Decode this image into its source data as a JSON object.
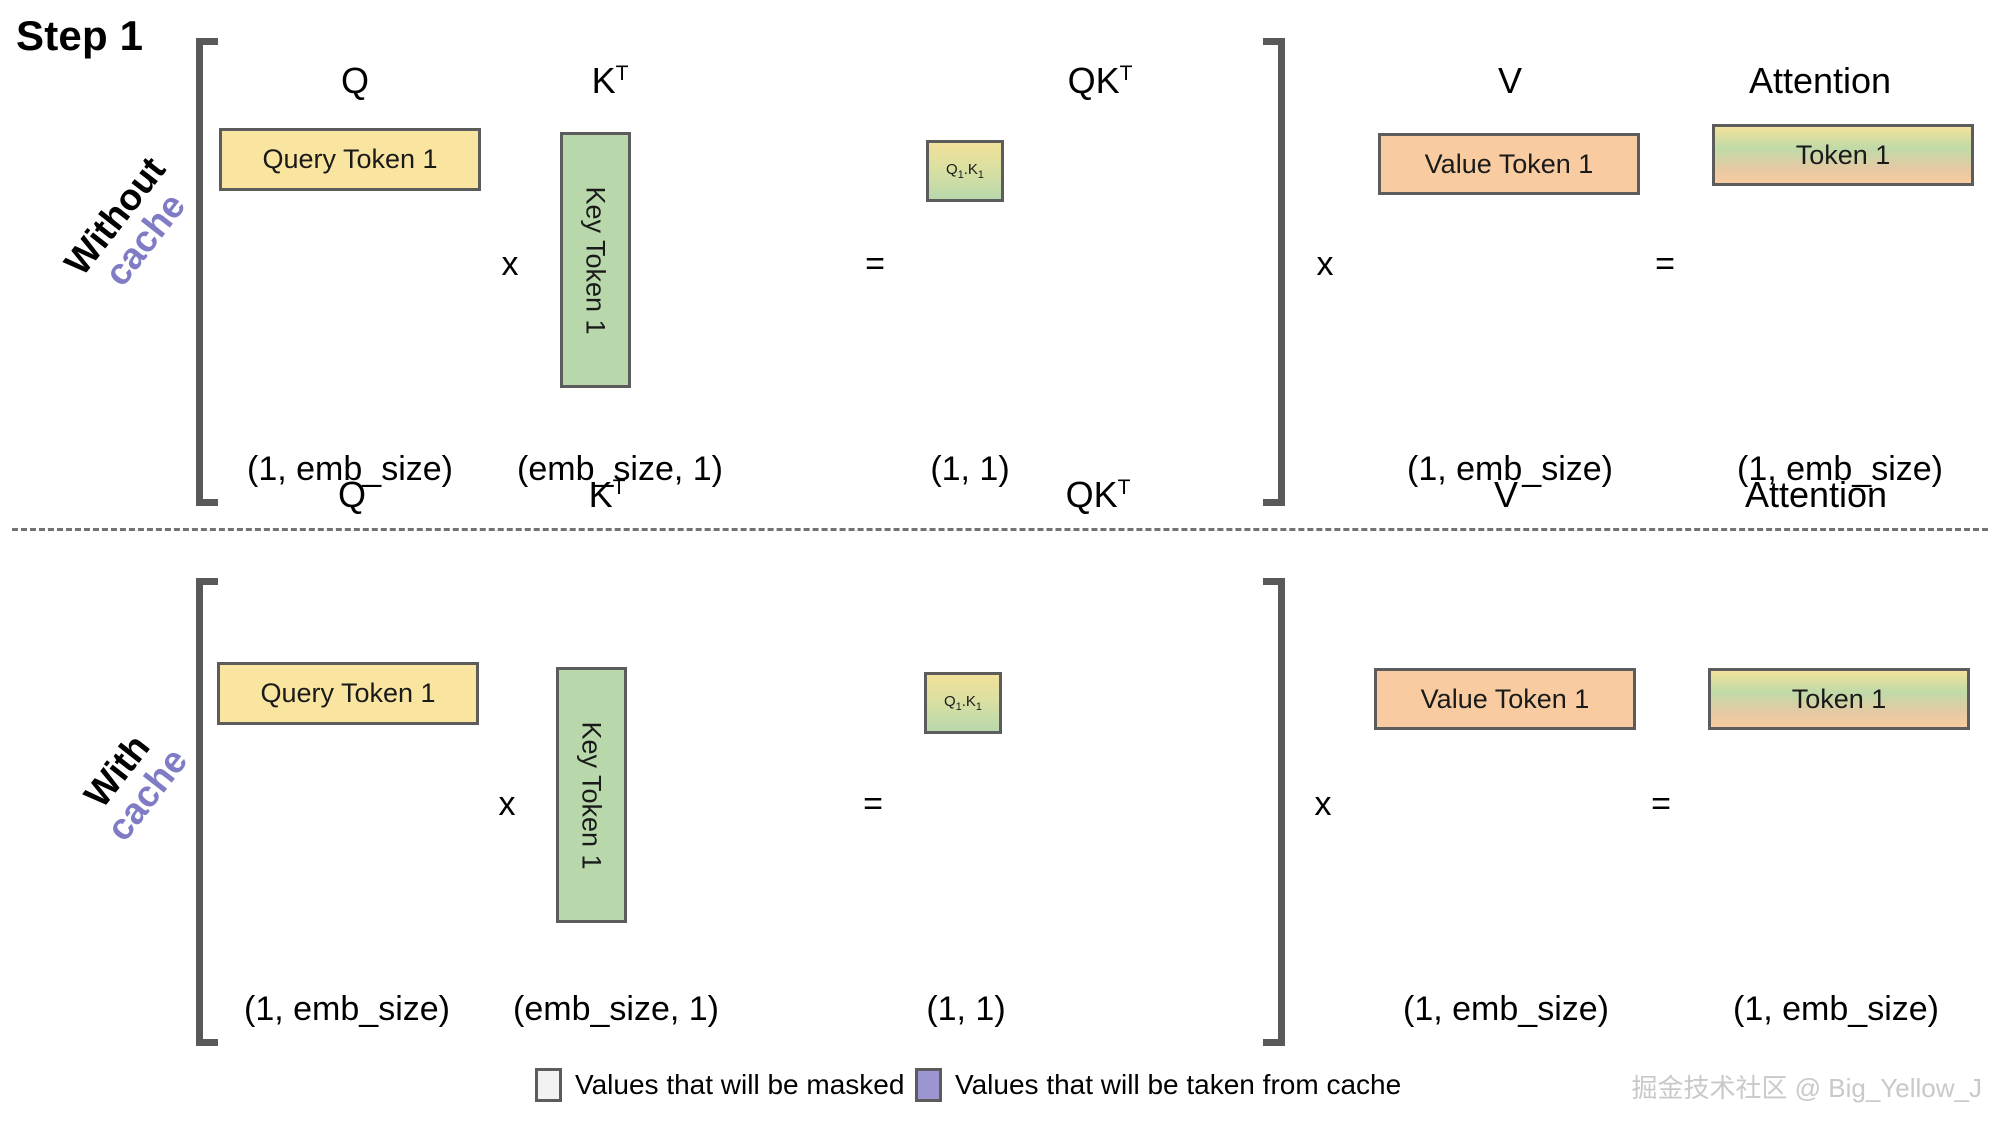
{
  "title": "Step 1",
  "rows": [
    {
      "id": "without-cache",
      "label_line1": "Without",
      "label_line2": "cache",
      "columns": {
        "q": {
          "header": "Q",
          "header_sup": "",
          "box_text": "Query Token 1",
          "dim": "(1, emb_size)"
        },
        "kt": {
          "header": "K",
          "header_sup": "T",
          "box_text": "Key Token 1",
          "dim": "(emb_size, 1)"
        },
        "qkt": {
          "header": "QK",
          "header_sup": "T",
          "box_text": "Q1.K1",
          "box_base": "Q",
          "box_sub1": "1",
          "box_mid": ".K",
          "box_sub2": "1",
          "dim": "(1, 1)"
        },
        "v": {
          "header": "V",
          "header_sup": "",
          "box_text": "Value Token 1",
          "dim": "(1, emb_size)"
        },
        "attn": {
          "header": "Attention",
          "header_sup": "",
          "box_text": "Token 1",
          "dim": "(1, emb_size)"
        }
      },
      "operators": {
        "mul1": "x",
        "eq1": "=",
        "mul2": "x",
        "eq2": "="
      }
    },
    {
      "id": "with-cache",
      "label_line1": "With",
      "label_line2": "cache",
      "columns": {
        "q": {
          "header": "Q",
          "header_sup": "",
          "box_text": "Query Token 1",
          "dim": "(1, emb_size)"
        },
        "kt": {
          "header": "K",
          "header_sup": "T",
          "box_text": "Key Token 1",
          "dim": "(emb_size, 1)"
        },
        "qkt": {
          "header": "QK",
          "header_sup": "T",
          "box_text": "Q1.K1",
          "box_base": "Q",
          "box_sub1": "1",
          "box_mid": ".K",
          "box_sub2": "1",
          "dim": "(1, 1)"
        },
        "v": {
          "header": "V",
          "header_sup": "",
          "box_text": "Value Token 1",
          "dim": "(1, emb_size)"
        },
        "attn": {
          "header": "Attention",
          "header_sup": "",
          "box_text": "Token 1",
          "dim": "(1, emb_size)"
        }
      },
      "operators": {
        "mul1": "x",
        "eq1": "=",
        "mul2": "x",
        "eq2": "="
      }
    }
  ],
  "legend": [
    {
      "id": "masked",
      "label": "Values that will be masked",
      "color": "#F2F2F2"
    },
    {
      "id": "cached",
      "label": "Values that will be taken from cache",
      "color": "#9B95D1"
    }
  ],
  "watermark": "掘金技术社区 @ Big_Yellow_J",
  "colors": {
    "query": "#FAE5A0",
    "key": "#B8D8AB",
    "value": "#F8CCA0",
    "border": "#5C5C5C",
    "bracket": "#595959",
    "accent_purple": "#7F7BC4"
  }
}
